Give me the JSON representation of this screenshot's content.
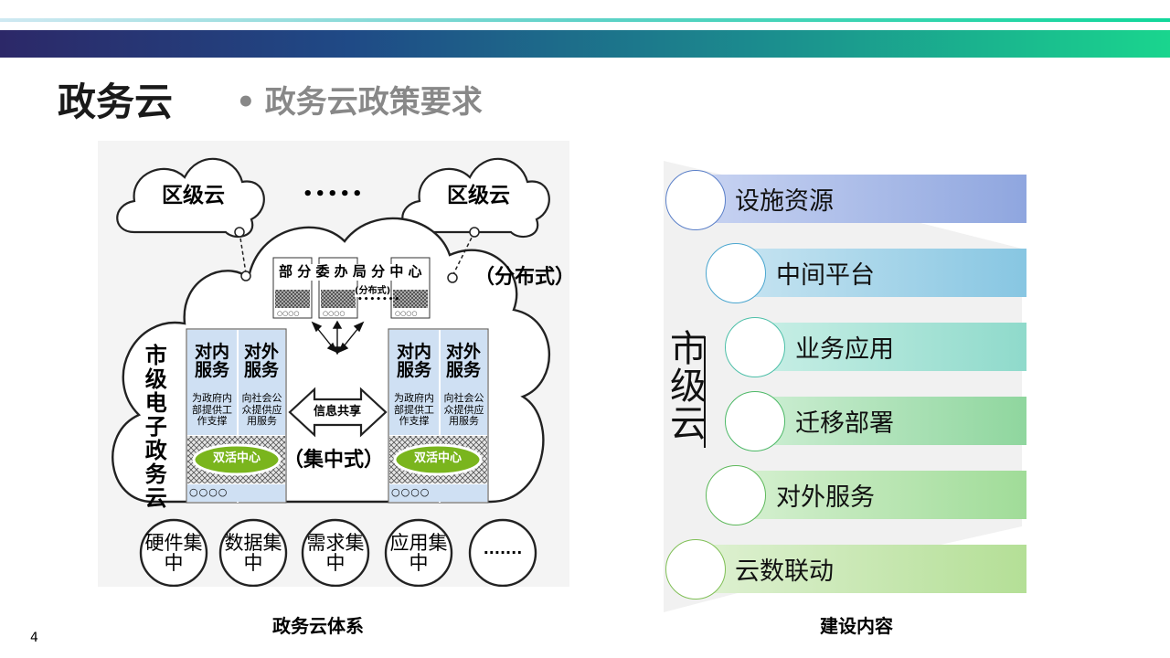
{
  "header": {
    "title": "政务云",
    "subtitle_bullet": "•",
    "subtitle": "政务云政策要求"
  },
  "slide_number": "4",
  "diagram": {
    "caption": "政务云体系",
    "district_cloud_left": "区级云",
    "district_cloud_right": "区级云",
    "dots_top": "•••••",
    "distributed_label": "（分布式）",
    "branch_label": "部 分 委 办 局 分 中 心",
    "branch_distributed": "(分布式)",
    "branch_dots": "•••••••",
    "city_cloud_label": "市级电子政务云",
    "left_dc": {
      "internal_title": "对内服务",
      "external_title": "对外服务",
      "internal_desc": "为政府内部提供工作支撑",
      "external_desc": "向社会公众提供应用服务",
      "active_label": "双活中心",
      "port_dots": "○○○○"
    },
    "right_dc": {
      "internal_title": "对内服务",
      "external_title": "对外服务",
      "internal_desc": "为政府内部提供工作支撑",
      "external_desc": "向社会公众提供应用服务",
      "active_label": "双活中心",
      "port_dots": "○○○○"
    },
    "info_share": "信息共享",
    "centralized_label": "（集中式）",
    "bottom_circles": [
      {
        "label": "硬件集中"
      },
      {
        "label": "数据集中"
      },
      {
        "label": "需求集中"
      },
      {
        "label": "应用集中"
      },
      {
        "label": "·······"
      }
    ]
  },
  "construction": {
    "caption": "建设内容",
    "vertical_label": "市级云",
    "items": [
      {
        "label": "设施资源",
        "color": "#8fa6df"
      },
      {
        "label": "中间平台",
        "color": "#87c6e2"
      },
      {
        "label": "业务应用",
        "color": "#8fdacb"
      },
      {
        "label": "迁移部署",
        "color": "#8fd69e"
      },
      {
        "label": "对外服务",
        "color": "#a0dc98"
      },
      {
        "label": "云数联动",
        "color": "#b4df96"
      }
    ]
  }
}
